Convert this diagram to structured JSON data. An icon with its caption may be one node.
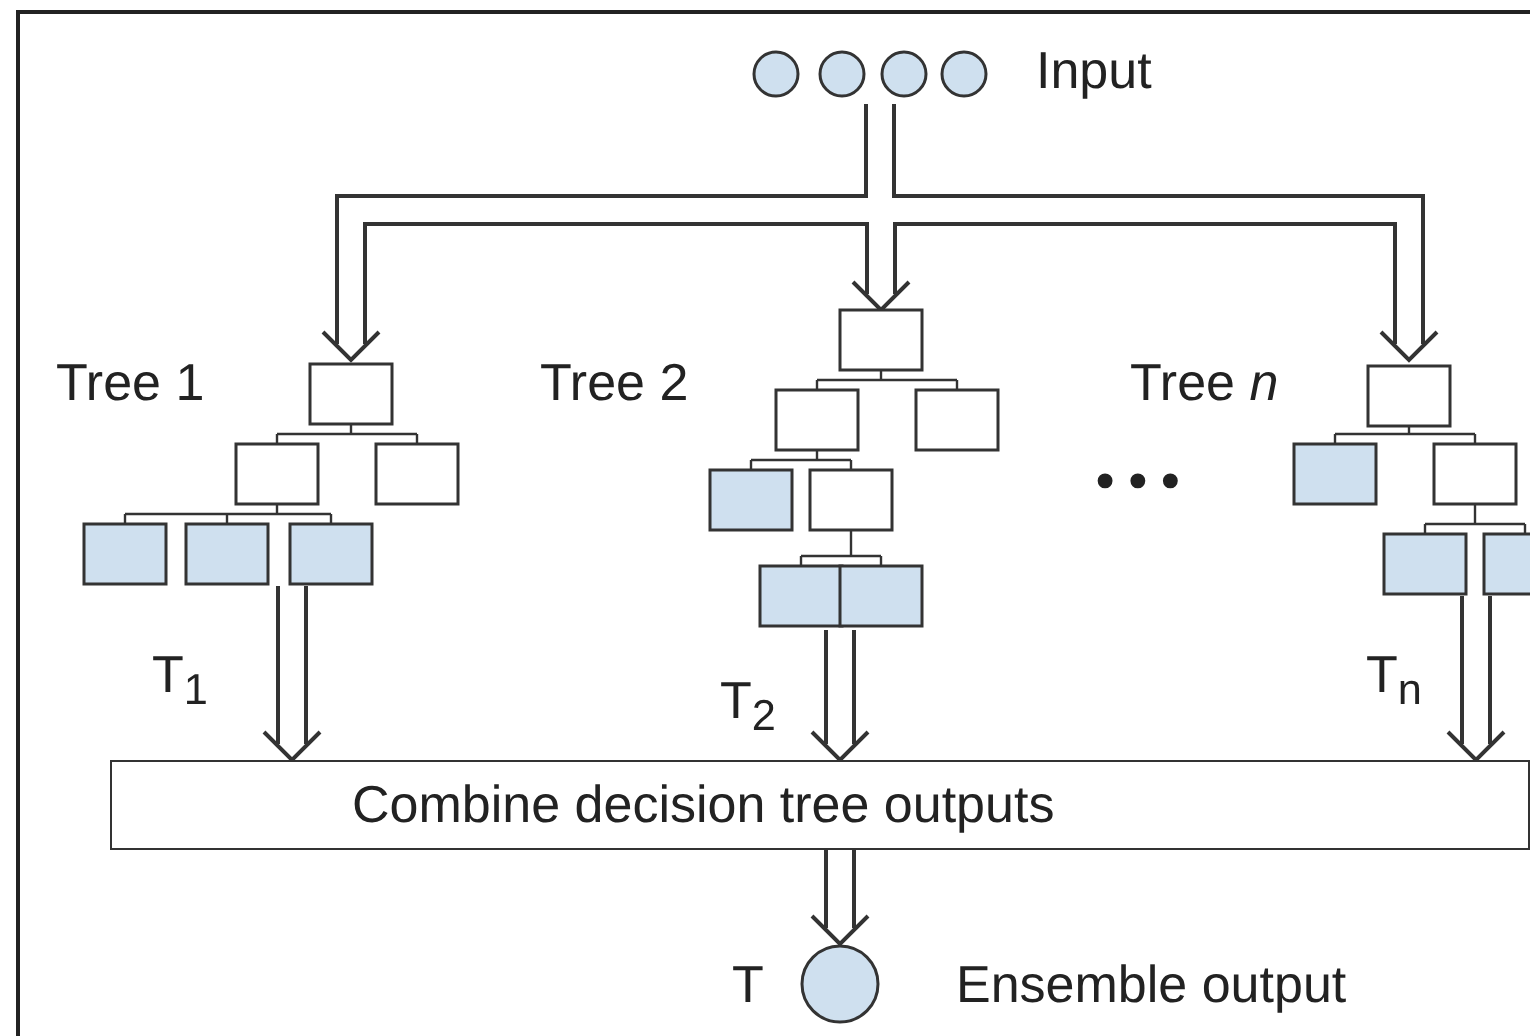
{
  "diagram": {
    "nodes": [
      {
        "text": [
          "Input"
        ]
      },
      {
        "text": [
          "Tree 1"
        ]
      },
      {
        "text": [
          "Tree 2"
        ]
      },
      {
        "text": [
          "Tree *n*"
        ]
      },
      {
        "text": [
          "Combine decision tree outputs"
        ]
      },
      {
        "text": [
          "Ensemble output"
        ],
        "beside": [
          "T"
        ]
      }
    ],
    "edges": [
      {
        "from": 0,
        "to": 1,
        "arrow": "to"
      },
      {
        "from": 0,
        "to": 2,
        "arrow": "to"
      },
      {
        "from": 0,
        "to": 3,
        "arrow": "to"
      },
      {
        "from": 1,
        "to": 4,
        "arrow": "to",
        "label": "T$_{1}$"
      },
      {
        "from": 2,
        "to": 4,
        "arrow": "to",
        "label": "T$_{2}$"
      },
      {
        "from": 3,
        "to": 4,
        "arrow": "to",
        "label": "T$_{n}$"
      },
      {
        "from": 4,
        "to": 5,
        "arrow": "to"
      }
    ],
    "labels": [
      "• • •"
    ]
  }
}
